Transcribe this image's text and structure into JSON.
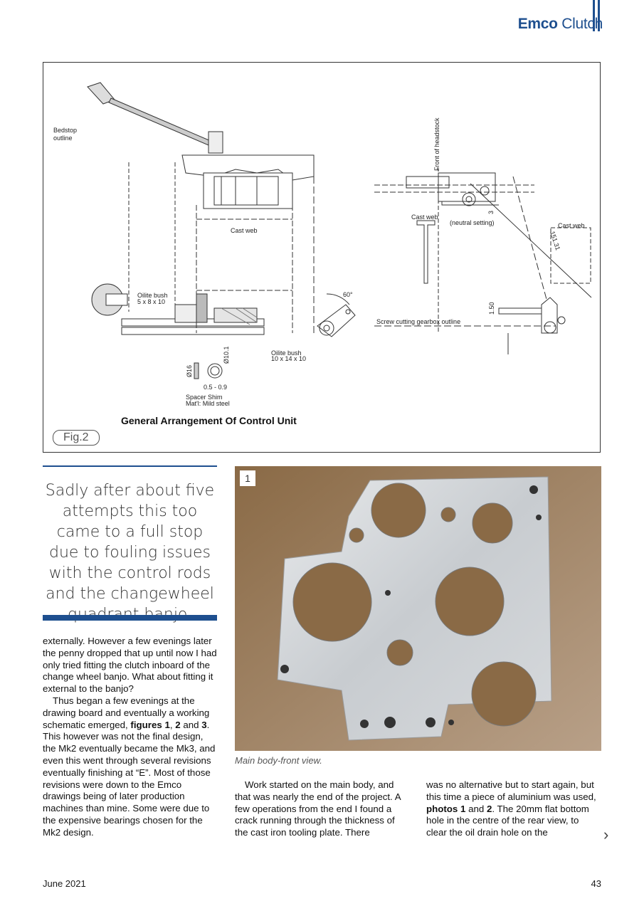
{
  "header": {
    "brand": "Emco",
    "section": "Clutch"
  },
  "figure": {
    "tag": "Fig.2",
    "title": "General Arrangement Of Control Unit",
    "labels": {
      "bedstop_1": "Bedstop",
      "bedstop_2": "outline",
      "cast_web_left": "Cast web",
      "oilite_small_1": "Oilite bush",
      "oilite_small_2": "5 x 8 x 10",
      "oilite_large_1": "Oilite bush",
      "oilite_large_2": "10 x 14 x 10",
      "dia16": "Ø16",
      "dia10": "Ø10.1",
      "shim_range": "0.5 - 0.9",
      "shim_title": "Spacer Shim",
      "shim_mat": "Mat'l: Mild steel",
      "angle": "60°",
      "front_headstock": "Front of headstock",
      "cast_web_mid": "Cast web",
      "neutral": "(neutral setting)",
      "three": "3",
      "cast_web_right": "Cast web",
      "dim_151": "151.31",
      "dim_150": "1.50",
      "gearbox": "Screw cutting gearbox outline"
    }
  },
  "pullquote": "Sadly after about five attempts this too came to a full stop due to fouling issues with the control rods and the changewheel quadrant banjo.",
  "col1": {
    "p1": "externally. However a few evenings later the penny dropped that up until now I had only tried fitting the clutch inboard of the change wheel banjo. What about fitting it external to the banjo?",
    "p2a": "Thus began a few evenings at the drawing board and eventually a working schematic emerged, ",
    "p2_fig": "figures 1",
    "p2_c1": ", ",
    "p2_f2": "2",
    "p2_and": " and ",
    "p2_f3": "3",
    "p2b": ". This however was not the final design, the Mk2 eventually became the Mk3, and even this went through several revisions eventually finishing at “E”. Most of those revisions were down to the Emco drawings being of later production machines than mine. Some were due to the expensive bearings chosen for the Mk2 design."
  },
  "photo": {
    "number": "1",
    "caption": "Main body-front view."
  },
  "col2": {
    "p1": "Work started on the main body, and that was nearly the end of the project. A few operations from the end I found a crack running through the thickness of the cast iron tooling plate. There"
  },
  "col3": {
    "a": "was no alternative but to start again, but this time a piece of aluminium was used, ",
    "b": "photos 1",
    "c": " and ",
    "d": "2",
    "e": ". The 20mm flat bottom hole in the centre of the rear view, to clear the oil drain hole on the"
  },
  "footer": {
    "date": "June 2021",
    "page": "43"
  },
  "icons": {
    "next": "chevron-right-icon"
  }
}
